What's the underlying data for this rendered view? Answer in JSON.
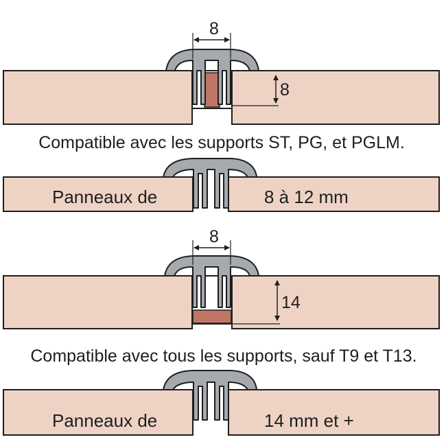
{
  "colors": {
    "panel": "#eed3c5",
    "insert": "#bf7665",
    "profile": "#a6aaae",
    "outline": "#1e1e1e"
  },
  "section1": {
    "width_label": "8",
    "depth_label": "8",
    "caption": "Compatible avec les supports ST, PG, et PGLM.",
    "panel_left": "Panneaux de",
    "panel_right": "8 à 12 mm"
  },
  "section2": {
    "width_label": "8",
    "depth_label": "14",
    "caption": "Compatible avec tous les supports, sauf T9 et T13.",
    "panel_left": "Panneaux de",
    "panel_right": "14 mm et +"
  }
}
